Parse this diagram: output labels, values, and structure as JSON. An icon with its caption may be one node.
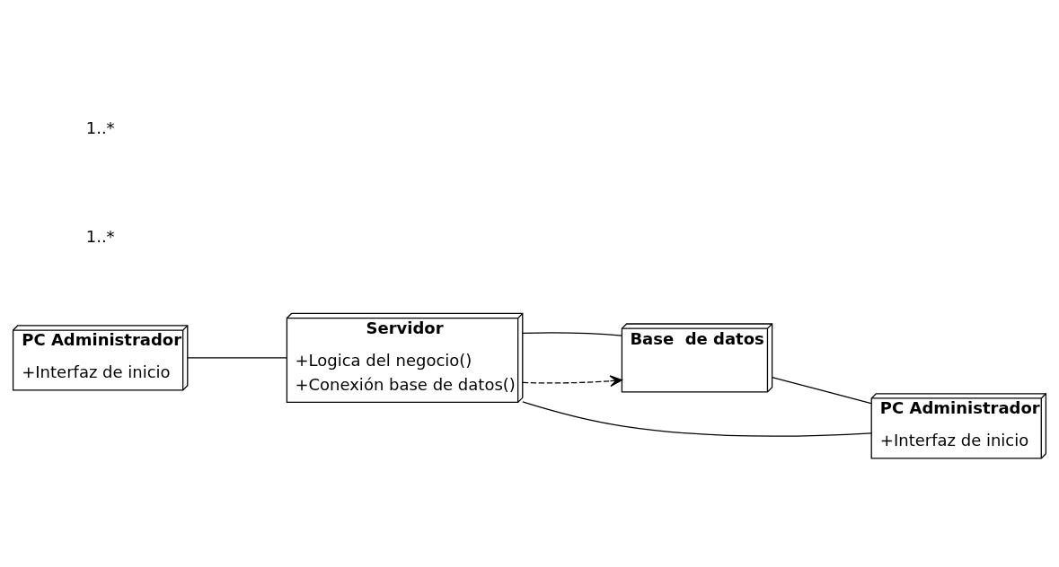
{
  "diagram": {
    "nodes": [
      {
        "text": [
          "Servidor",
          "+Logica del negocio()",
          "+Conexión base de datos()"
        ]
      },
      {
        "text": [
          "Base  de datos"
        ]
      },
      {
        "text": [
          "PC Administrador",
          "+Interfaz de inicio"
        ]
      },
      {
        "text": [
          "PC Administrador",
          "+Interfaz de inicio"
        ]
      }
    ],
    "edges": [
      {
        "from": 2,
        "to": 0,
        "arrow": "none"
      },
      {
        "from": 0,
        "to": 1,
        "arrow": "to",
        "style": "dashed"
      },
      {
        "from": 0,
        "to": 1,
        "arrow": "none"
      },
      {
        "from": 0,
        "to": 3,
        "arrow": "none"
      },
      {
        "from": 1,
        "to": 3,
        "arrow": "none"
      }
    ],
    "labels": [
      "1..*",
      "1..*"
    ]
  }
}
